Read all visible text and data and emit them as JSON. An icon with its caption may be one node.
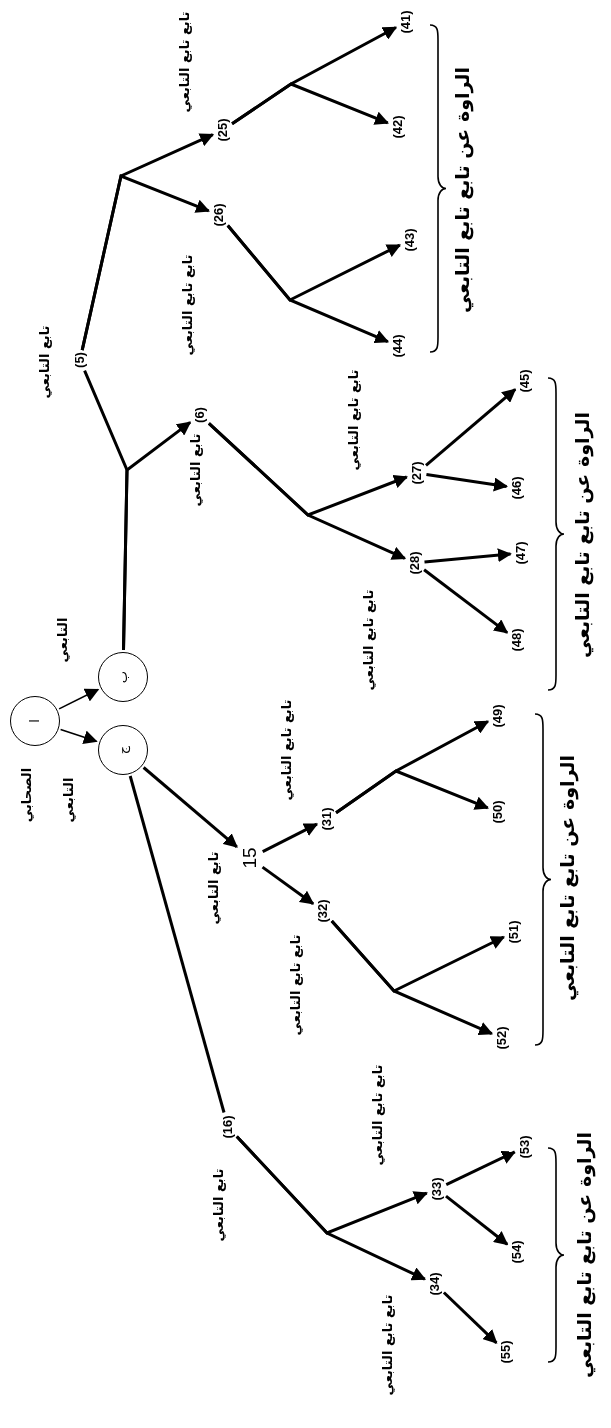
{
  "diagram": {
    "nodes": [
      {
        "text": [
          "ا"
        ],
        "beside": [
          "الصحابي"
        ]
      },
      {
        "text": [
          "ب"
        ],
        "beside": [
          "التابعي"
        ]
      },
      {
        "text": [
          "ج"
        ],
        "beside": [
          "التابعي"
        ]
      },
      {
        "text": [
          "(5)"
        ],
        "beside": [
          "تابع التابعي"
        ]
      },
      {
        "text": [
          "(6)"
        ],
        "beside": [
          "تابع التابعي"
        ]
      },
      {
        "text": [
          "15"
        ],
        "beside": [
          "تابع التابعي"
        ]
      },
      {
        "text": [
          "(16)"
        ],
        "beside": [
          "تابع التابعي"
        ]
      },
      {
        "text": [
          "(25)"
        ],
        "beside": [
          "تابع تابع التابعي"
        ]
      },
      {
        "text": [
          "(26)"
        ],
        "beside": [
          "تابع تابع التابعي"
        ]
      },
      {
        "text": [
          "(27)"
        ],
        "beside": [
          "تابع تابع التابعي"
        ]
      },
      {
        "text": [
          "(28)"
        ],
        "beside": [
          "تابع تابع التابعي"
        ]
      },
      {
        "text": [
          "(31)"
        ],
        "beside": [
          "تابع تابع التابعي"
        ]
      },
      {
        "text": [
          "(32)"
        ],
        "beside": [
          "تابع تابع التابعي"
        ]
      },
      {
        "text": [
          "(33)"
        ],
        "beside": [
          "تابع تابع التابعي"
        ]
      },
      {
        "text": [
          "(34)"
        ],
        "beside": [
          "تابع تابع التابعي"
        ]
      },
      {
        "text": [
          "(41)"
        ]
      },
      {
        "text": [
          "(42)"
        ]
      },
      {
        "text": [
          "(43)"
        ]
      },
      {
        "text": [
          "(44)"
        ]
      },
      {
        "text": [
          "(45)"
        ]
      },
      {
        "text": [
          "(46)"
        ]
      },
      {
        "text": [
          "(47)"
        ]
      },
      {
        "text": [
          "(48)"
        ]
      },
      {
        "text": [
          "(49)"
        ]
      },
      {
        "text": [
          "(50)"
        ]
      },
      {
        "text": [
          "(51)"
        ]
      },
      {
        "text": [
          "(52)"
        ]
      },
      {
        "text": [
          "(53)"
        ]
      },
      {
        "text": [
          "(54)"
        ]
      },
      {
        "text": [
          "(55)"
        ]
      }
    ],
    "edges": [
      {
        "from": 0,
        "to": 1,
        "arrow": "to"
      },
      {
        "from": 0,
        "to": 2,
        "arrow": "to"
      },
      {
        "from": 1,
        "to": 3,
        "arrow": "none"
      },
      {
        "from": 1,
        "to": 4,
        "arrow": "to"
      },
      {
        "from": 3,
        "to": 7,
        "arrow": "to"
      },
      {
        "from": 3,
        "to": 8,
        "arrow": "to"
      },
      {
        "from": 7,
        "to": 15,
        "arrow": "to"
      },
      {
        "from": 7,
        "to": 16,
        "arrow": "to"
      },
      {
        "from": 8,
        "to": 17,
        "arrow": "to"
      },
      {
        "from": 8,
        "to": 18,
        "arrow": "to"
      },
      {
        "from": 4,
        "to": 9,
        "arrow": "to"
      },
      {
        "from": 4,
        "to": 10,
        "arrow": "to"
      },
      {
        "from": 9,
        "to": 19,
        "arrow": "to"
      },
      {
        "from": 9,
        "to": 20,
        "arrow": "to"
      },
      {
        "from": 10,
        "to": 21,
        "arrow": "to"
      },
      {
        "from": 10,
        "to": 22,
        "arrow": "to"
      },
      {
        "from": 2,
        "to": 5,
        "arrow": "to"
      },
      {
        "from": 2,
        "to": 6,
        "arrow": "none"
      },
      {
        "from": 5,
        "to": 11,
        "arrow": "to"
      },
      {
        "from": 5,
        "to": 12,
        "arrow": "to"
      },
      {
        "from": 11,
        "to": 23,
        "arrow": "to"
      },
      {
        "from": 11,
        "to": 24,
        "arrow": "to"
      },
      {
        "from": 12,
        "to": 25,
        "arrow": "to"
      },
      {
        "from": 12,
        "to": 26,
        "arrow": "to"
      },
      {
        "from": 6,
        "to": 13,
        "arrow": "to"
      },
      {
        "from": 6,
        "to": 14,
        "arrow": "to"
      },
      {
        "from": 13,
        "to": 27,
        "arrow": "to"
      },
      {
        "from": 13,
        "to": 28,
        "arrow": "to"
      },
      {
        "from": 14,
        "to": 29,
        "arrow": "to"
      }
    ],
    "labels": [
      "الراوة عن تابع تابع التابعي",
      "الراوة عن تابع تابع التابعي",
      "الراوة عن تابع تابع التابعي",
      "الراوة عن تابع تابع التابعي"
    ]
  }
}
